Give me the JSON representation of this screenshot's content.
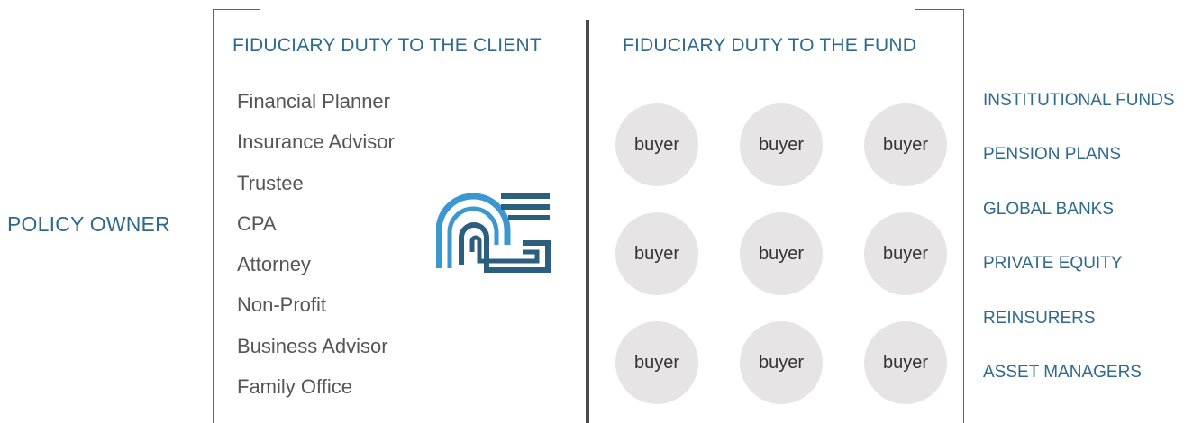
{
  "policy_owner": "POLICY OWNER",
  "client_heading": "FIDUCIARY DUTY TO THE CLIENT",
  "fund_heading": "FIDUCIARY DUTY TO THE FUND",
  "client_roles": [
    "Financial Planner",
    "Insurance Advisor",
    "Trustee",
    "CPA",
    "Attorney",
    "Non-Profit",
    "Business Advisor",
    "Family Office"
  ],
  "buyer_label": "buyer",
  "buyer_grid": {
    "rows": 3,
    "cols": 3
  },
  "fund_types": [
    "INSTITUTIONAL FUNDS",
    "PENSION PLANS",
    "GLOBAL BANKS",
    "PRIVATE EQUITY",
    "REINSURERS",
    "ASSET MANAGERS"
  ],
  "colors": {
    "accent": "#2e6a8d",
    "logo_light": "#3a97cf",
    "logo_dark": "#2c5f7e",
    "divider": "#4a4a4a",
    "buyer_circle": "#e6e4e4"
  },
  "icons": {
    "logo": "ng-logo-icon"
  }
}
